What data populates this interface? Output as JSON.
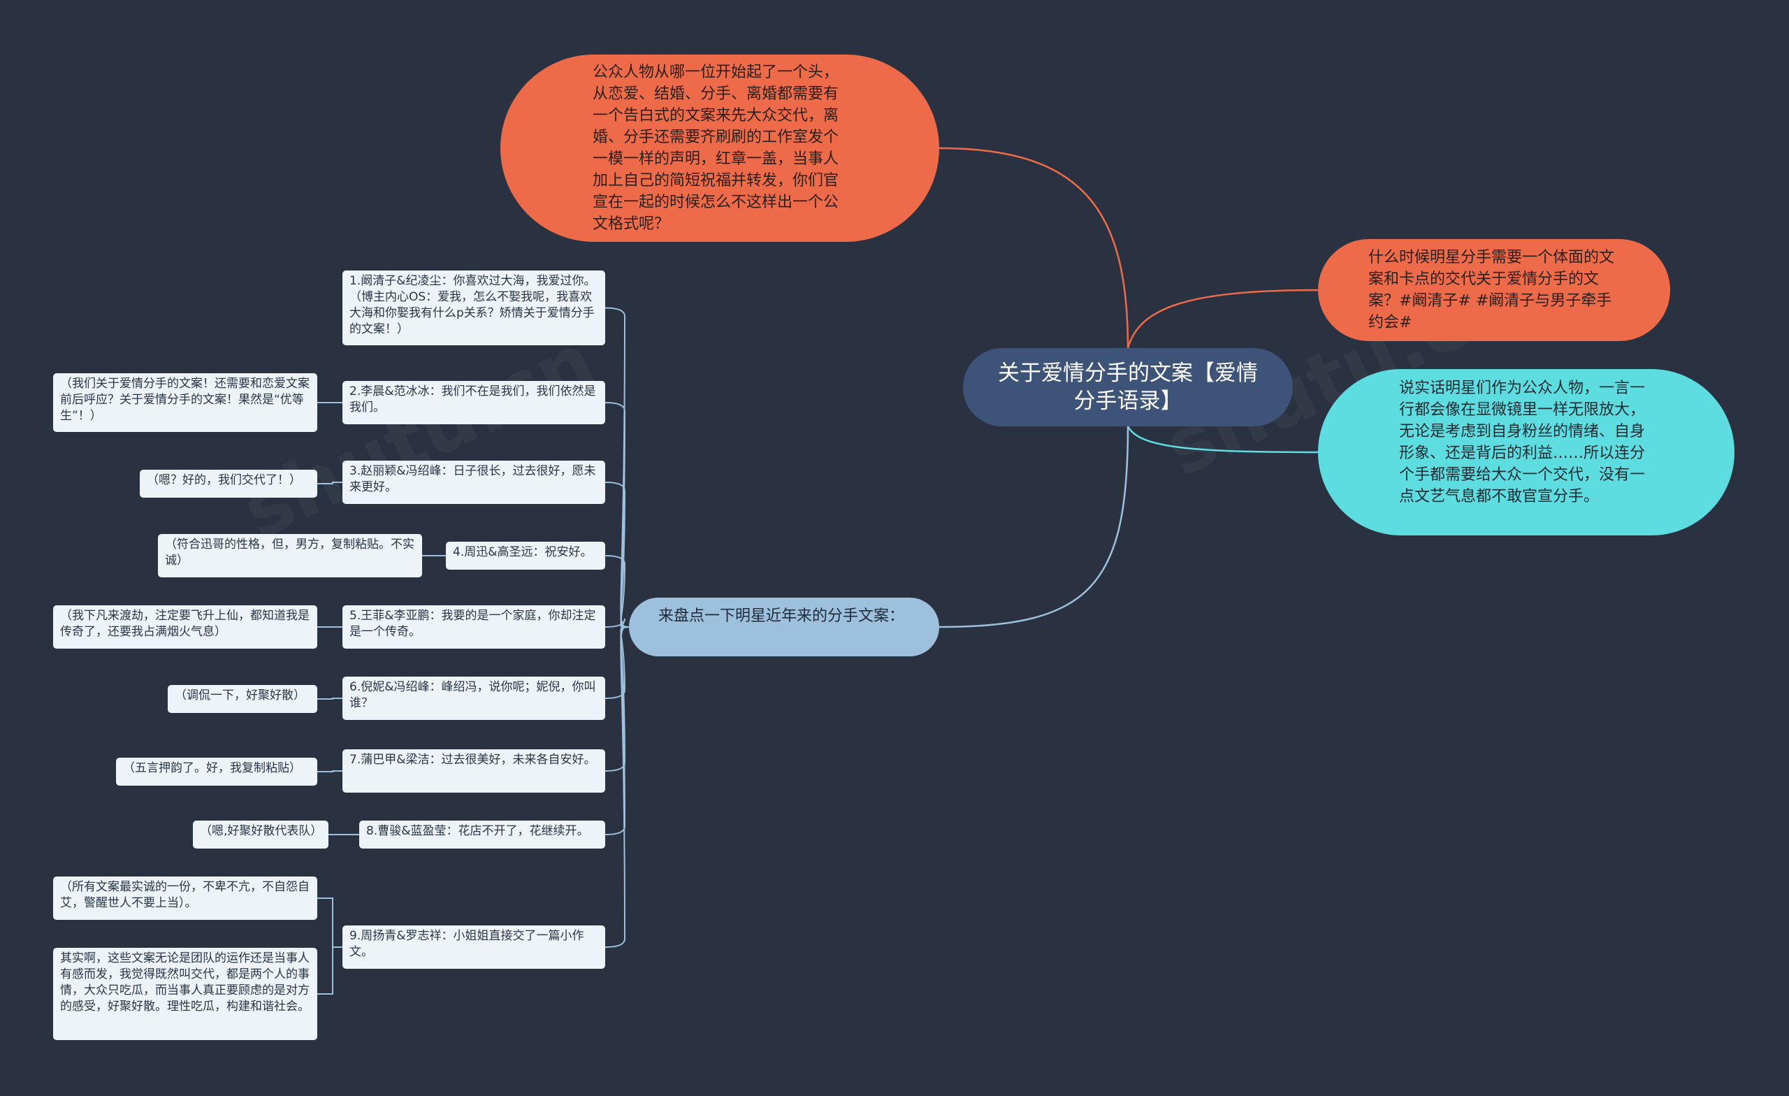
{
  "center": {
    "text": "关于爱情分手的文案【爱情分手语录】"
  },
  "top": {
    "text": "公众人物从哪一位开始起了一个头，从恋爱、结婚、分手、离婚都需要有一个告白式的文案来先大众交代，离婚、分手还需要齐刷刷的工作室发个一模一样的声明，红章一盖，当事人加上自己的简短祝福并转发，你们官宣在一起的时候怎么不这样出一个公文格式呢？"
  },
  "right1": {
    "text": "什么时候明星分手需要一个体面的文案和卡点的交代关于爱情分手的文案？#阚清子#󠄀 #阚清子与男子牵手约会#󠄀"
  },
  "right2": {
    "text": "说实话明星们作为公众人物，一言一行都会像在显微镜里一样无限放大，无论是考虑到自身粉丝的情绪、自身形象、还是背后的利益……所以连分个手都需要给大众一个交代，没有一点文艺气息都不敢官宣分手。"
  },
  "branch": {
    "text": "来盘点一下明星近年来的分手文案："
  },
  "leaves": [
    "1.阚清子&纪凌尘：你喜欢过大海，我爱过你。（博主内心OS：爱我，怎么不娶我呢，我喜欢大海和你娶我有什么p关系？矫情关于爱情分手的文案！）",
    "2.李晨&范冰冰：我们不在是我们，我们依然是我们。",
    "3.赵丽颖&冯绍峰：日子很长，过去很好，愿未来更好。",
    "4.周迅&高圣远：祝安好。",
    "5.王菲&李亚鹏：我要的是一个家庭，你却注定是一个传奇。",
    "6.倪妮&冯绍峰：峰绍冯，说你呢；妮倪，你叫谁？",
    "7.蒲巴甲&梁洁：过去很美好，未来各自安好。",
    "8.曹骏&蓝盈莹：花店不开了，花继续开。",
    "9.周扬青&罗志祥：小姐姐直接交了一篇小作文。"
  ],
  "notes": [
    "（我们关于爱情分手的文案！还需要和恋爱文案前后呼应？关于爱情分手的文案！果然是“优等生”！）",
    "（嗯？好的，我们交代了！）",
    "（符合迅哥的性格，但，男方，复制粘贴。不实诚）",
    "（我下凡来渡劫，注定要飞升上仙，都知道我是传奇了，还要我占满烟火气息）",
    "（调侃一下，好聚好散）",
    "（五言押韵了。好，我复制粘贴）",
    "（嗯,好聚好散代表队）",
    "（所有文案最实诚的一份，不卑不亢，不自怨自艾，警醒世人不要上当）。",
    "其实啊，这些文案无论是团队的运作还是当事人有感而发，我觉得既然叫交代，都是两个人的事情，大众只吃瓜，而当事人真正要顾虑的是对方的感受，好聚好散。理性吃瓜，构建和谐社会。"
  ],
  "colors": {
    "background": "#2a3241",
    "center": "#3d5377",
    "orange": "#ee6b49",
    "cyan": "#5edde0",
    "branch": "#9dc1dc",
    "leaf": "#eef3f8"
  }
}
